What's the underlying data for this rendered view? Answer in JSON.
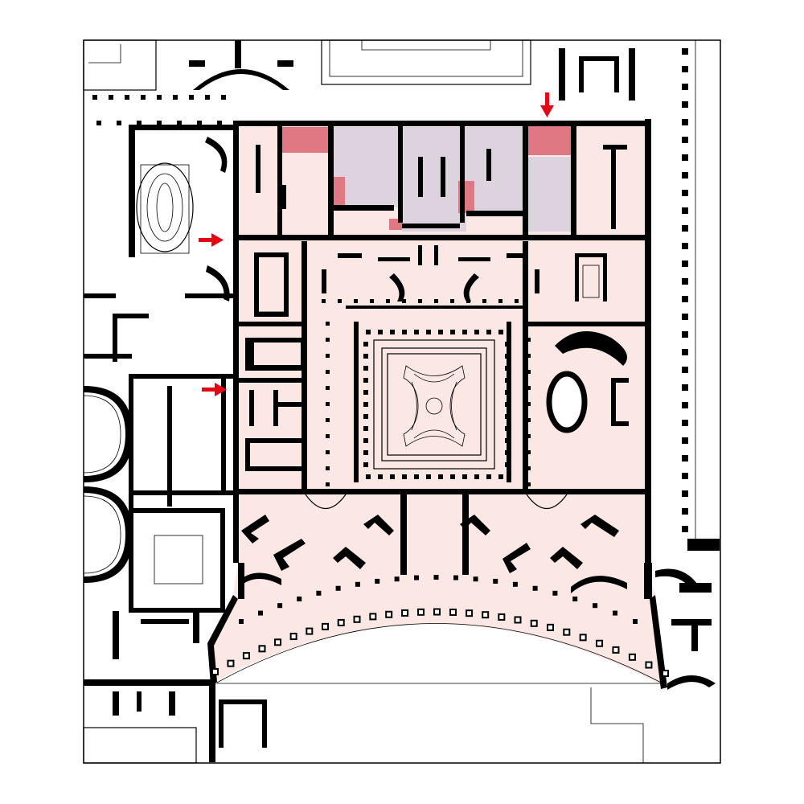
{
  "plan": {
    "colors": {
      "complex_fill": "#fbe7e4",
      "room_fill_lavender": "#ddd3df",
      "highlight_fill": "#e07883",
      "arrow": "#e30613",
      "walls": "#000000",
      "background": "#ffffff"
    },
    "arrows": [
      {
        "icon": "arrow-right-icon",
        "direction": "right"
      },
      {
        "icon": "arrow-right-icon",
        "direction": "right"
      },
      {
        "icon": "arrow-down-icon",
        "direction": "down"
      }
    ],
    "highlighted_rooms": 5,
    "lavender_rooms": 4
  }
}
